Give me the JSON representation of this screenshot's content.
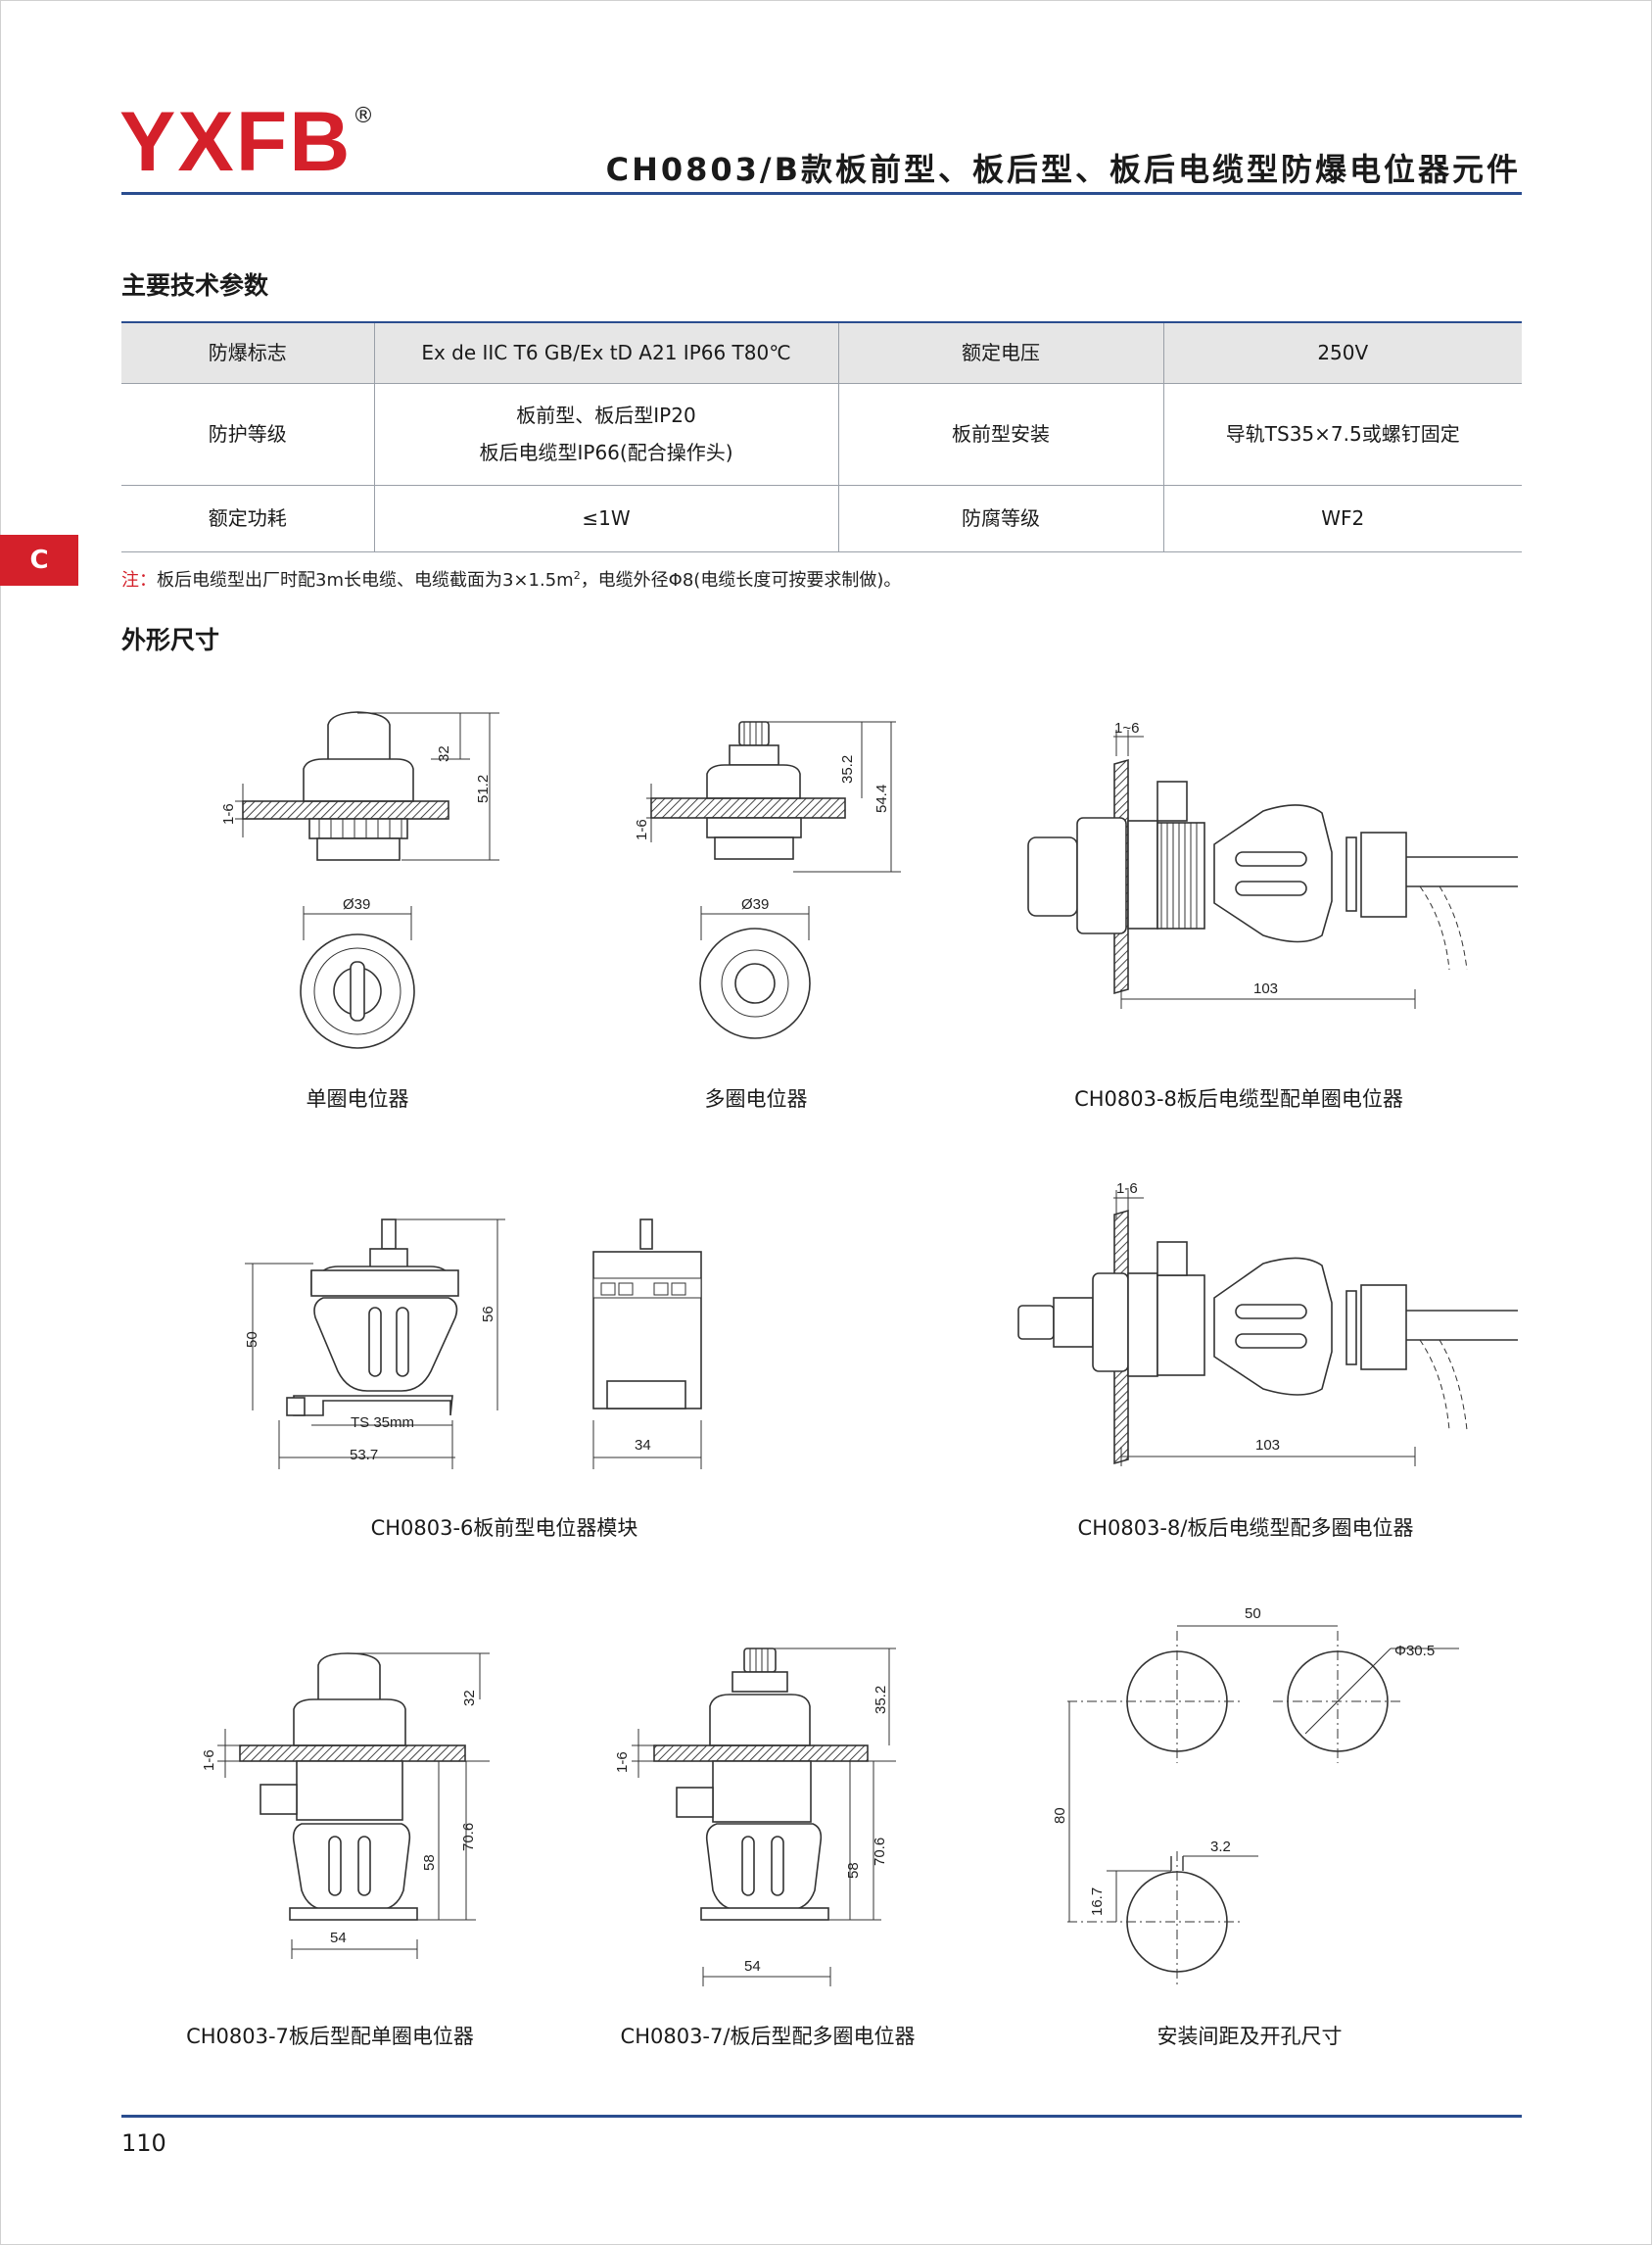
{
  "header": {
    "logo": "YXFB",
    "registered": "®",
    "title": "CH0803/B款板前型、板后型、板后电缆型防爆电位器元件"
  },
  "section_spec": {
    "heading": "主要技术参数"
  },
  "spec_table": {
    "rows": [
      [
        "防爆标志",
        "Ex de IIC T6 GB/Ex tD A21 IP66 T80℃",
        "额定电压",
        "250V"
      ],
      [
        "防护等级",
        "板前型、板后型IP20",
        "板前型安装",
        "导轨TS35×7.5或螺钉固定"
      ],
      [
        "额定功耗",
        "≤1W",
        "防腐等级",
        "WF2"
      ]
    ],
    "row2_line2": "板后电缆型IP66(配合操作头)"
  },
  "side_tab": "C",
  "note": {
    "mark": "注：",
    "text": "板后电缆型出厂时配3m长电缆、电缆截面为3×1.5m",
    "sup": "2",
    "text2": "，电缆外径Φ8(电缆长度可按要求制做)。"
  },
  "section_dim": {
    "heading": "外形尺寸"
  },
  "figures": {
    "captions": [
      "单圈电位器",
      "多圈电位器",
      "CH0803-8板后电缆型配单圈电位器",
      "CH0803-6板前型电位器模块",
      "CH0803-8/板后电缆型配多圈电位器",
      "CH0803-7板后型配单圈电位器",
      "CH0803-7/板后型配多圈电位器",
      "安装间距及开孔尺寸"
    ],
    "dims": {
      "single_h": "32",
      "single_total": "51.2",
      "panel": "1-6",
      "dia39": "Ø39",
      "multi_h": "35.2",
      "multi_total": "54.4",
      "cable_len": "103",
      "panel2": "1~6",
      "module_h": "50",
      "module_total": "56",
      "rail": "TS 35mm",
      "module_w": "53.7",
      "side_w": "34",
      "panel3": "1-6",
      "rear_h58": "58",
      "rear_h706": "70.6",
      "rear_w": "54",
      "hole_spacing": "50",
      "hole_dia": "Φ30.5",
      "row_spacing": "80",
      "key_w": "3.2",
      "key_h": "16.7"
    }
  },
  "footer": {
    "page": "110"
  }
}
